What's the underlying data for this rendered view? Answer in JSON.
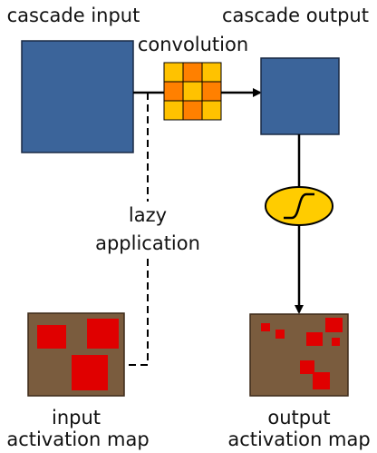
{
  "labels": {
    "cascade_input": "cascade input",
    "cascade_output": "cascade output",
    "convolution": "convolution",
    "lazy": "lazy",
    "application": "application",
    "input_line1": "input",
    "input_line2": "activation map",
    "output_line1": "output",
    "output_line2": "activation map"
  },
  "colors": {
    "cascade_block": "#3b649a",
    "map_background": "#7a5c3e",
    "map_patch": "#e00000",
    "kernel_light": "#ffc200",
    "kernel_dark": "#ff8000",
    "sigmoid_fill": "#ffcc00",
    "line": "#000000"
  },
  "icons": {
    "kernel": "convolution-kernel-3x3-grid",
    "activation": "sigmoid-activation-icon"
  }
}
